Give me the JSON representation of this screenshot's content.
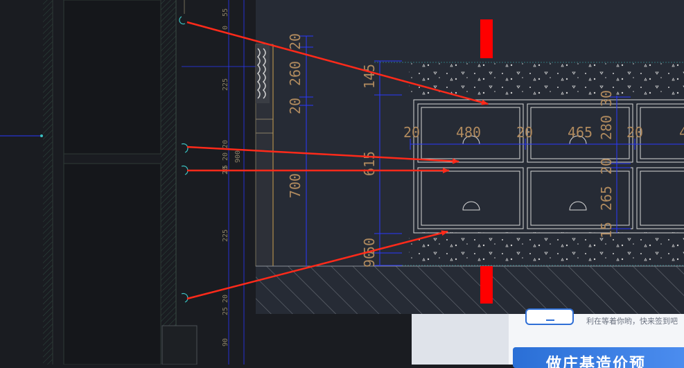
{
  "colors": {
    "background": "#1a1c21",
    "drawing_panel": "#262b35",
    "dimension_text": "#b08a5e",
    "dimension_line": "#2a38ff",
    "annotation_arrow": "#ff2a1a",
    "marker_red": "#ff0000",
    "frame_line": "#d8d8d8",
    "left_dim_text": "#8a8066"
  },
  "left_dims": [
    "55",
    "0",
    "225",
    "25 20 20",
    "900",
    "20",
    "225",
    "25 20",
    "90"
  ],
  "dims": {
    "top_20": "20",
    "top_260": "260",
    "mid_20": "20",
    "lower_700": "700",
    "h145": "145",
    "h615": "615",
    "h50": "50",
    "h90": "90",
    "r30": "30",
    "r280": "280",
    "r20": "20",
    "r265": "265",
    "r15": "15",
    "w20a": "20",
    "w480": "480",
    "w20b": "20",
    "w465": "465",
    "w20c": "20",
    "w4": "4"
  },
  "popup": {
    "text": "利在等着你哟，快来签到吧",
    "banner_text": "做庄基造价预"
  }
}
